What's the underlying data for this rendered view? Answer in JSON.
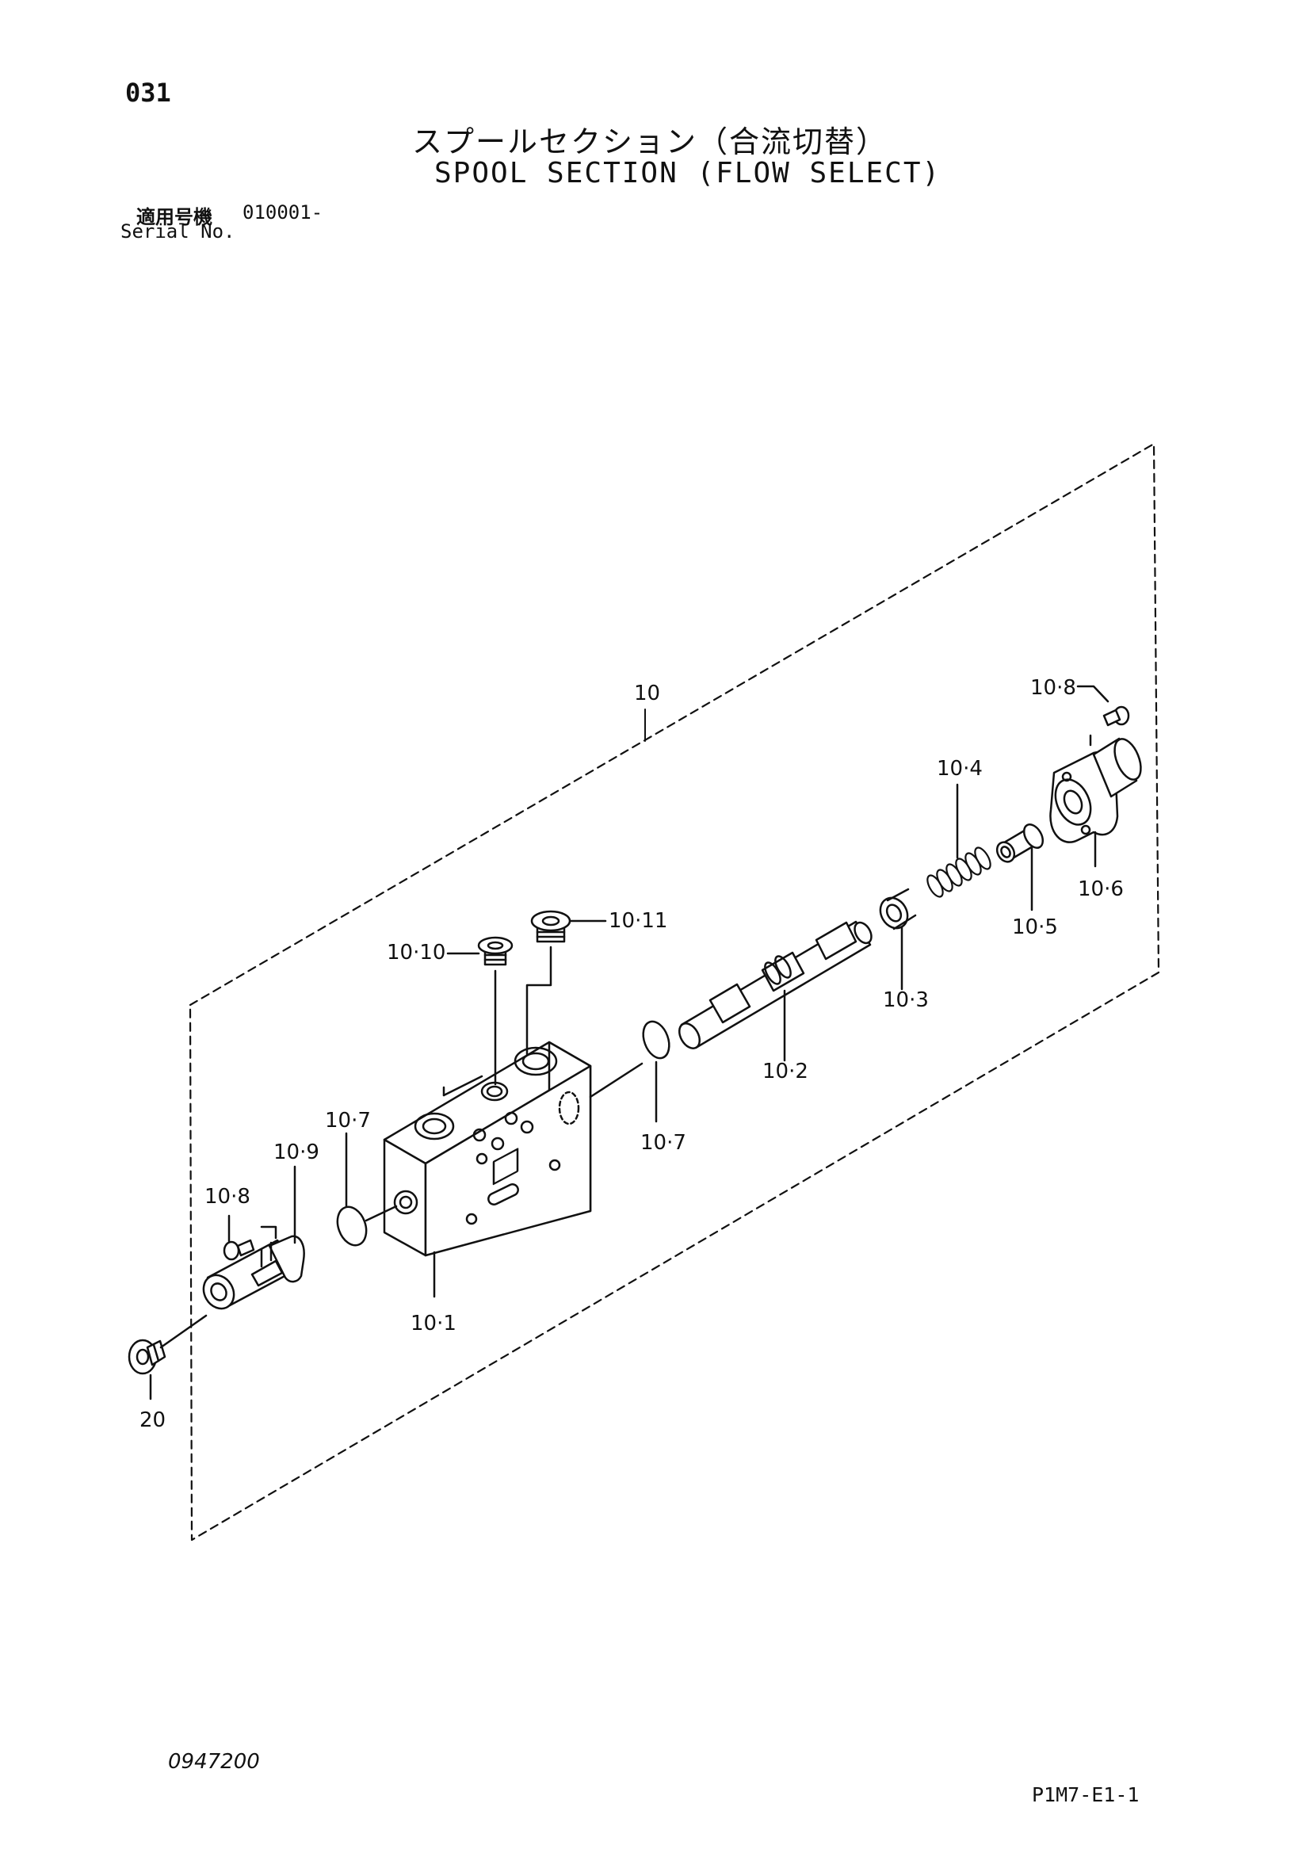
{
  "header": {
    "page_number": "031",
    "title_jp": "スプールセクション（合流切替）",
    "title_en": "SPOOL SECTION (FLOW SELECT)",
    "serial_label_jp": "適用号機",
    "serial_value": "010001-",
    "serial_label_en": "Serial No."
  },
  "parts": {
    "assembly": "10",
    "body": "10·1",
    "spool": "10·2",
    "retainer": "10·3",
    "spring": "10·4",
    "stopper": "10·5",
    "cover_right": "10·6",
    "o_ring_body": "10·7",
    "o_ring_left": "10·7",
    "bolt_right": "10·8",
    "bolt_left": "10·8",
    "cover_left": "10·9",
    "plug_small": "10·10",
    "plug_large": "10·11",
    "plug_end": "20"
  },
  "footer": {
    "drawing_number": "0947200",
    "sheet_reference": "P1M7-E1-1"
  }
}
